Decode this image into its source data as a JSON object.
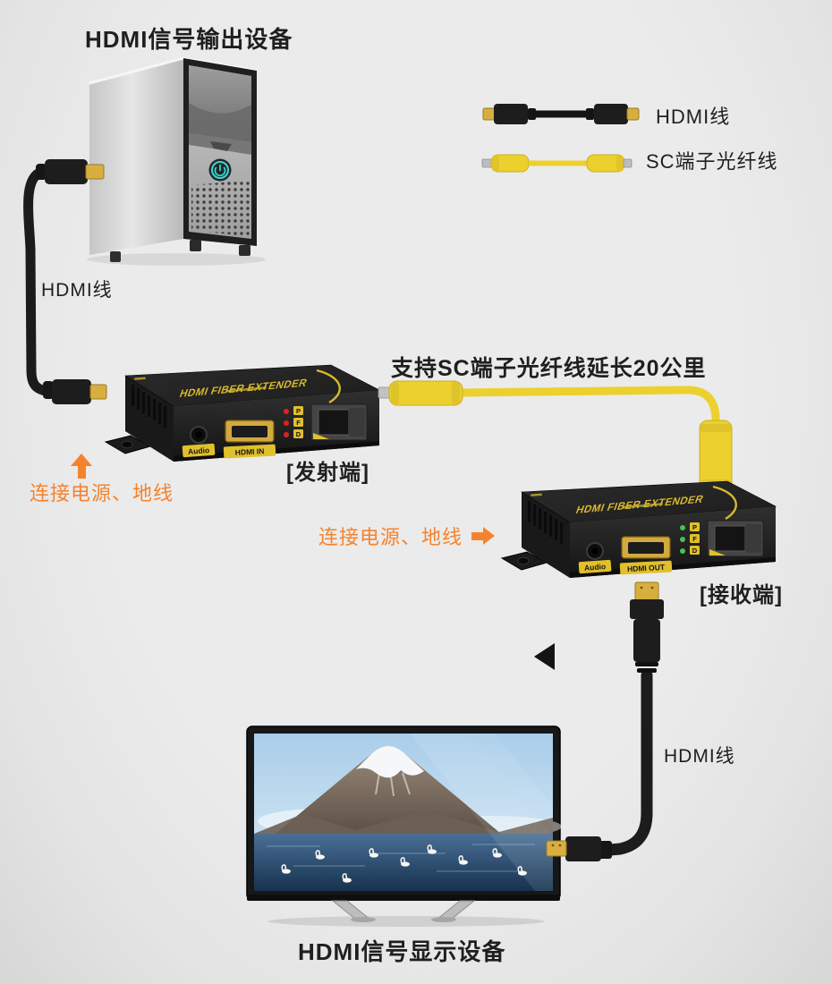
{
  "page": {
    "background": "#e9e9e9"
  },
  "colors": {
    "orange": "#f5832d",
    "fiber_yellow": "#ecd02e",
    "cable_black": "#1c1c1c",
    "brand_yellow": "#d9ba2e",
    "hdmi_gold": "#d8ae3f",
    "led_red": "#e02020",
    "led_green": "#46c24e"
  },
  "header": {
    "source_device_label": "HDMI信号输出设备"
  },
  "legend": {
    "hdmi": {
      "label": "HDMI线"
    },
    "fiber": {
      "label": "SC端子光纤线"
    }
  },
  "left_chain": {
    "hdmi_cable_label": "HDMI线",
    "power_note": "连接电源、地线",
    "transmitter_tag": "[发射端]"
  },
  "fiber_note": "支持SC端子光纤线延长20公里",
  "right_chain": {
    "power_note": "连接电源、地线",
    "receiver_tag": "[接收端]",
    "hdmi_cable_label": "HDMI线"
  },
  "devices": {
    "transmitter": {
      "brand": "HDMI FIBER EXTENDER",
      "audio_label": "Audio",
      "port_label": "HDMI IN",
      "leds": [
        "P",
        "F",
        "D"
      ]
    },
    "receiver": {
      "brand": "HDMI FIBER EXTENDER",
      "audio_label": "Audio",
      "port_label": "HDMI OUT",
      "leds": [
        "P",
        "F",
        "D"
      ]
    }
  },
  "footer": {
    "display_device_label": "HDMI信号显示设备"
  }
}
